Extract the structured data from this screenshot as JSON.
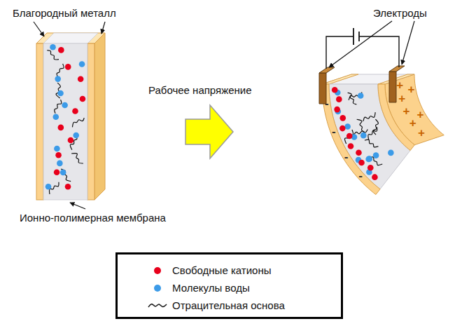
{
  "diagram": {
    "labels": [
      "Благородный металл",
      "Ионно-полимерная мембрана",
      "Рабочее напряжение",
      "Электроды",
      "+",
      "+",
      "+",
      "+",
      "+",
      "+",
      "+",
      "-",
      "-",
      "-",
      "-"
    ],
    "legend": [
      {
        "text": "Свободные катионы",
        "color": "#e8001c"
      },
      {
        "text": "Молекулы воды",
        "color": "#3c9be8"
      },
      {
        "text": "Отрацительная основа"
      }
    ]
  }
}
